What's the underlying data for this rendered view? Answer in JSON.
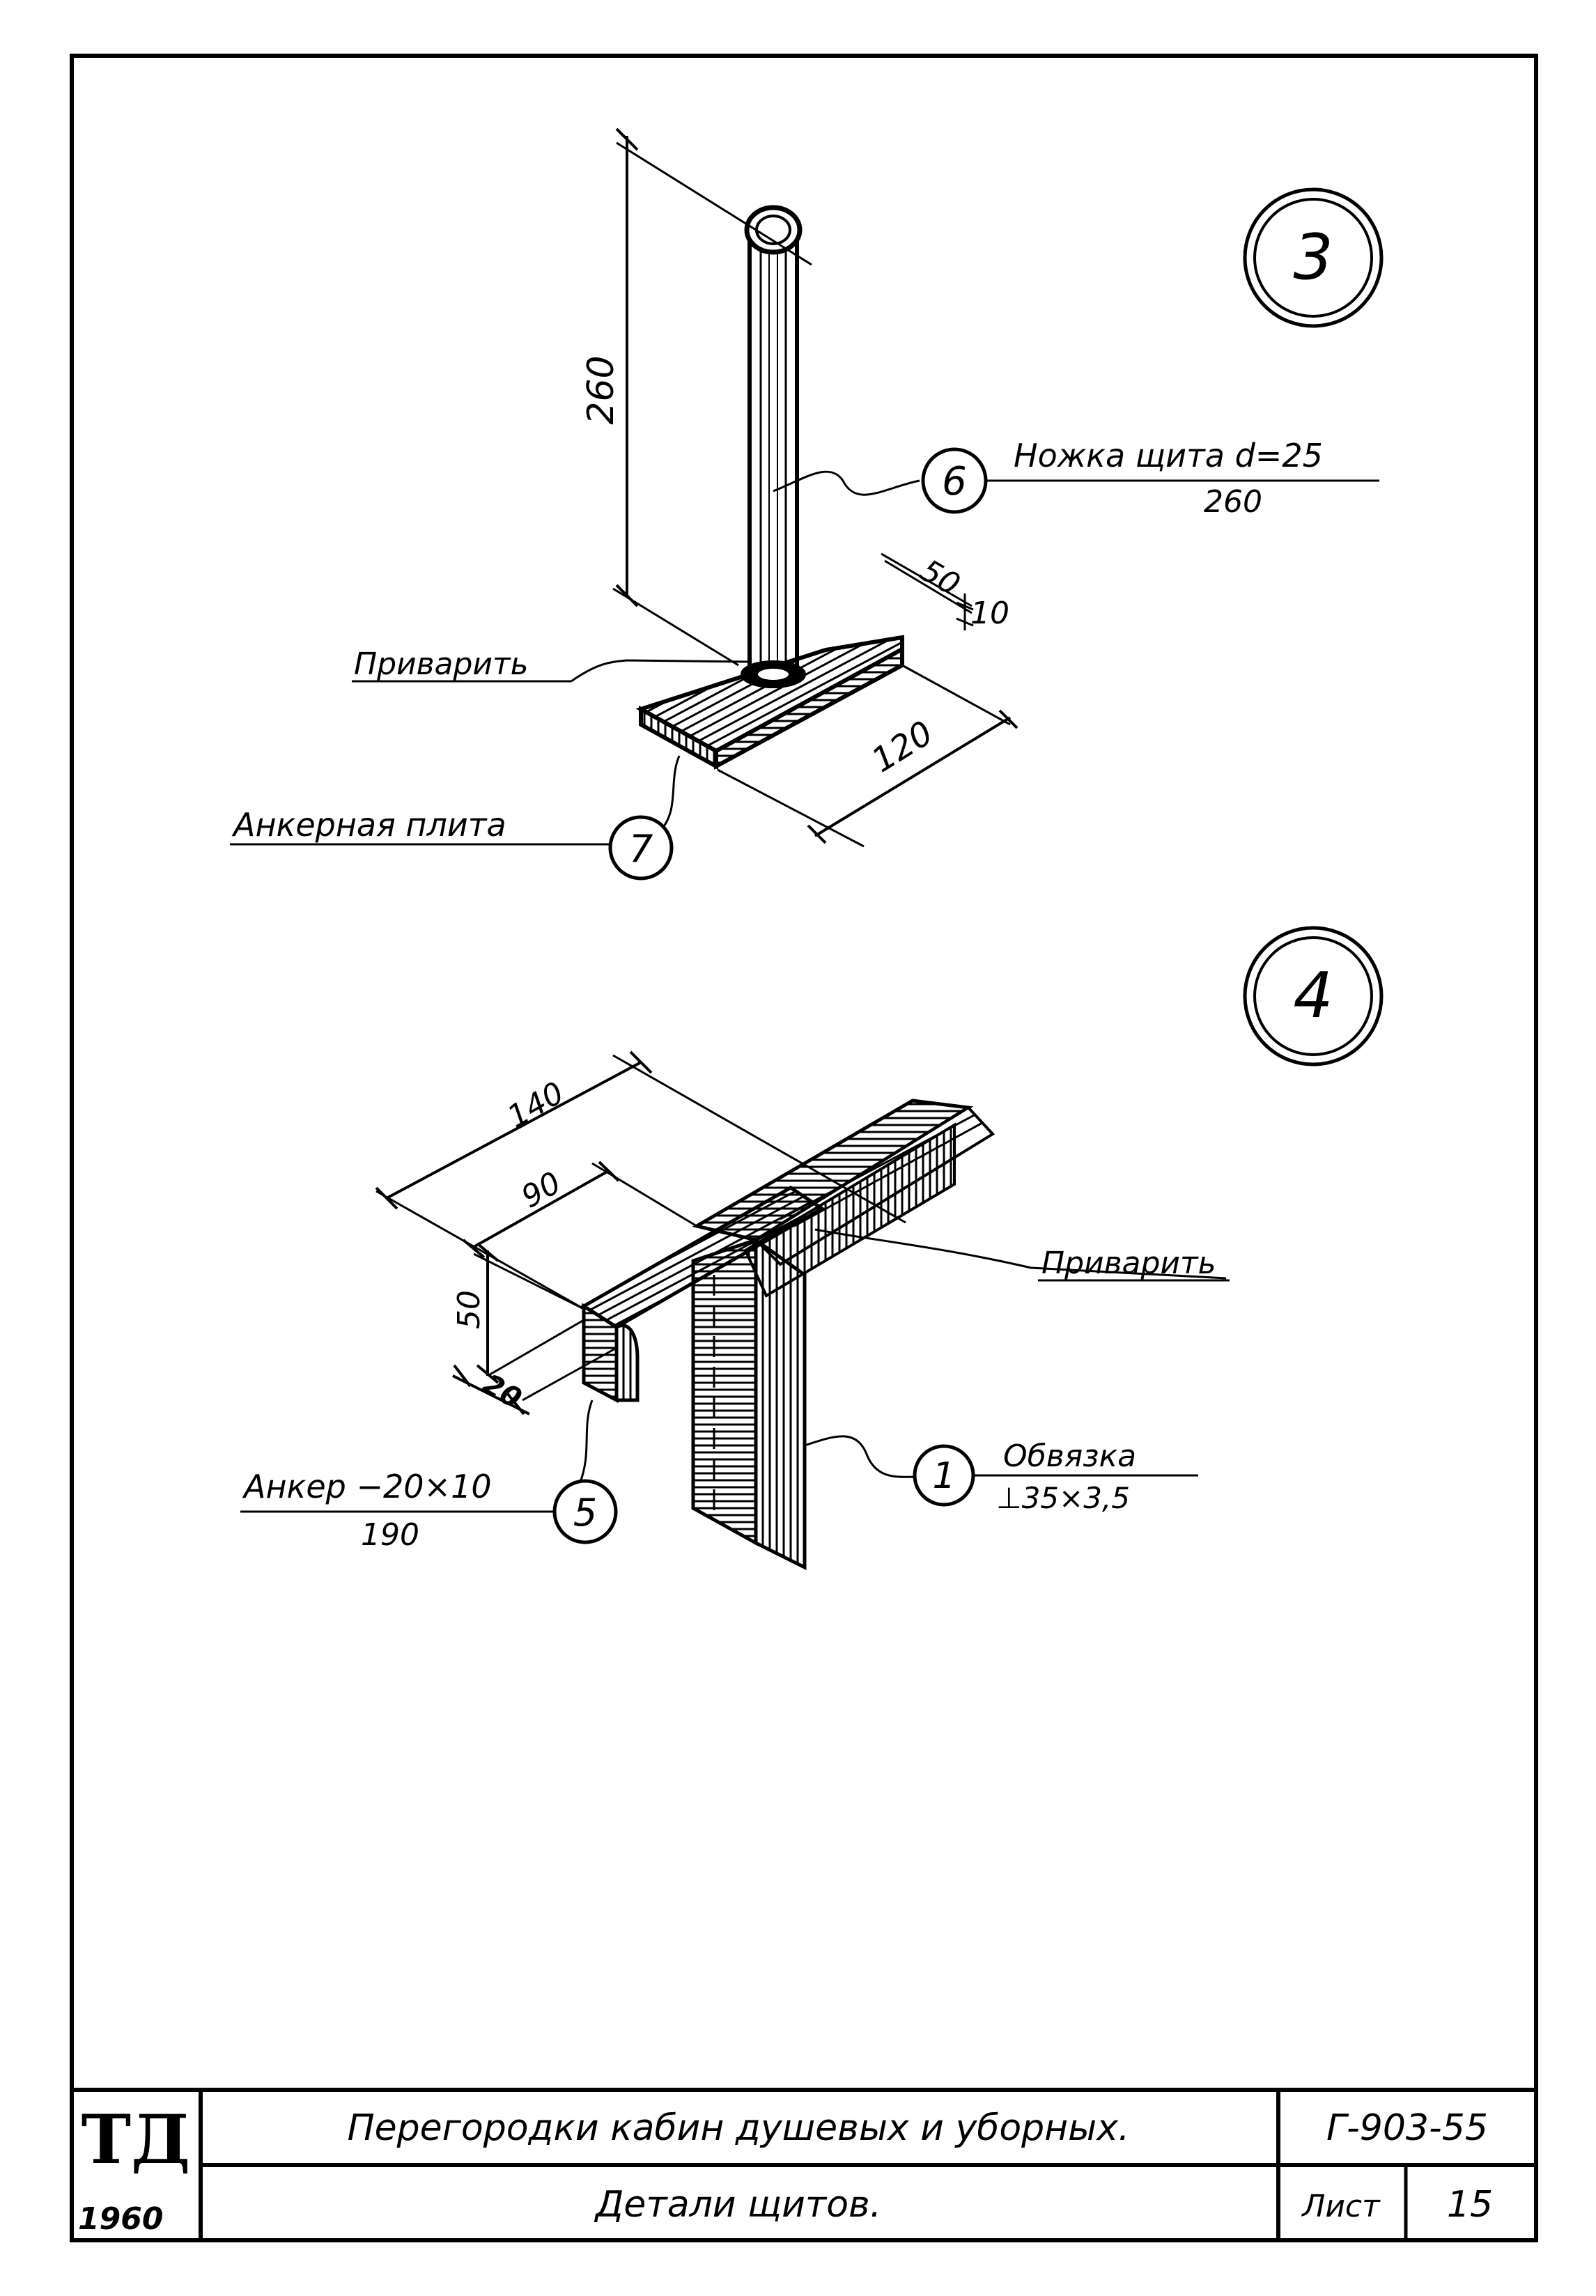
{
  "detail3": {
    "number": "3",
    "dim_height": "260",
    "dim_plate_width": "50",
    "dim_plate_thickness": "10",
    "dim_plate_length": "120",
    "weld_note": "Приварить",
    "callout_6": {
      "number": "6",
      "label": "Ножка щита d=25",
      "sub": "260"
    },
    "callout_7": {
      "number": "7",
      "label": "Анкерная плита"
    }
  },
  "detail4": {
    "number": "4",
    "dim_140": "140",
    "dim_90": "90",
    "dim_50": "50",
    "dim_20": "20",
    "weld_note": "Приварить",
    "callout_5": {
      "number": "5",
      "label": "Анкер −20×10",
      "sub": "190"
    },
    "callout_1": {
      "number": "1",
      "label": "Обвязка",
      "sub": "⊥35×3,5"
    }
  },
  "title_block": {
    "logo": "ТД",
    "year": "1960",
    "title_main": "Перегородки кабин душевых и уборных.",
    "title_sub": "Детали щитов.",
    "code": "Г-903-55",
    "sheet_label": "Лист",
    "sheet_number": "15"
  }
}
